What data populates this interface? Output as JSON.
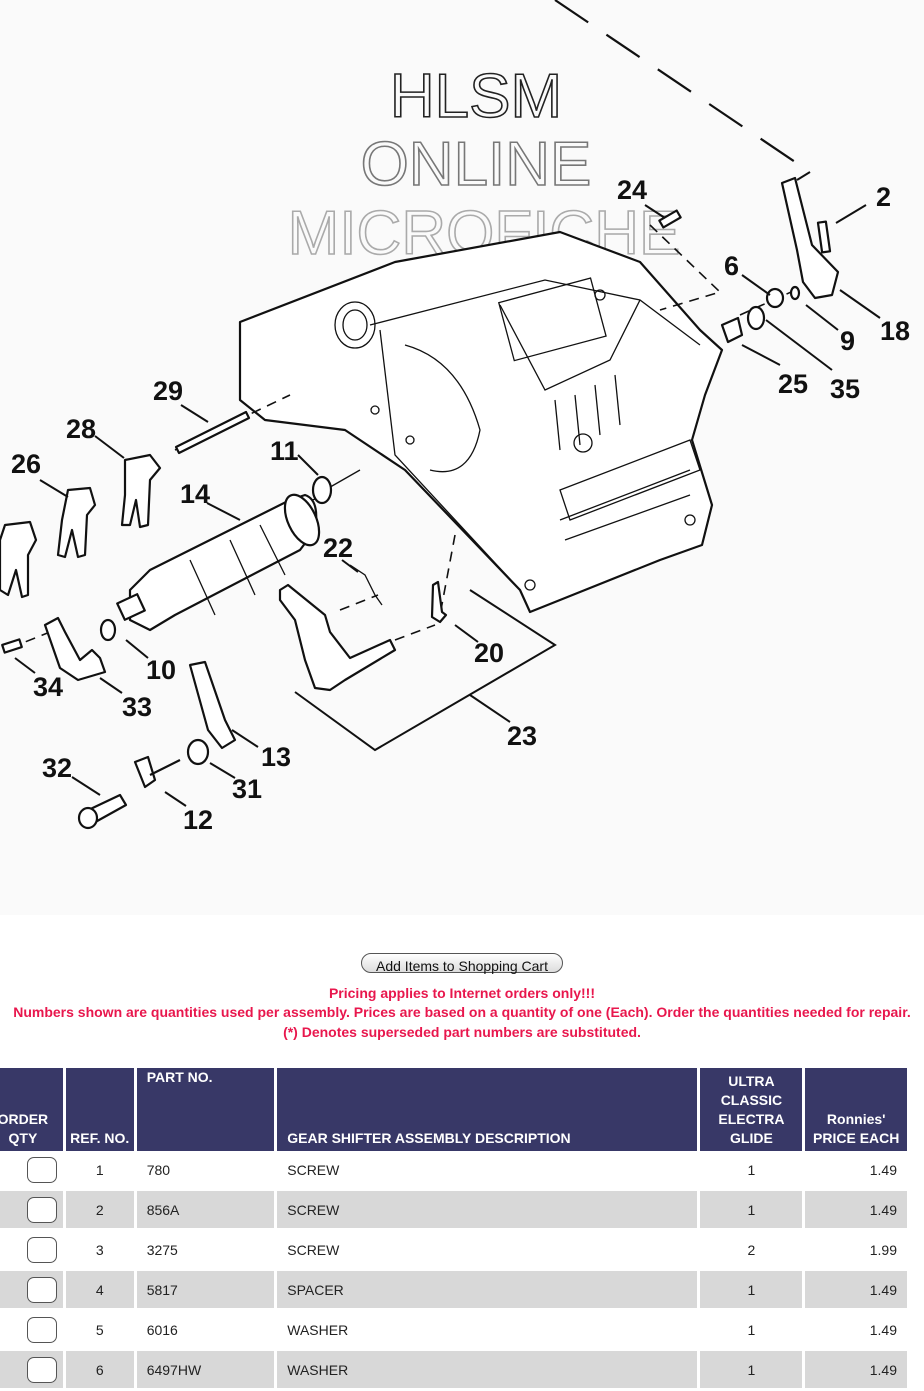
{
  "diagram": {
    "watermark": [
      "HLSM",
      "ONLINE",
      "MICROFICHE"
    ],
    "callouts": [
      "2",
      "6",
      "9",
      "10",
      "11",
      "12",
      "13",
      "14",
      "18",
      "20",
      "22",
      "23",
      "24",
      "25",
      "26",
      "28",
      "29",
      "31",
      "32",
      "33",
      "34",
      "35"
    ]
  },
  "cart": {
    "button_label": "Add Items to Shopping Cart"
  },
  "notices": {
    "pricing": "Pricing applies to Internet orders only!!!",
    "quantities": "Numbers shown are quantities used per assembly. Prices are based on a quantity of one (Each). Order the quantities needed for repair.",
    "superseded": "(*)  Denotes superseded part numbers are substituted."
  },
  "table": {
    "headers": {
      "order_qty": "ORDER QTY",
      "ref_no": "REF. NO.",
      "part_no": "PART NO.",
      "description": "GEAR SHIFTER ASSEMBLY DESCRIPTION",
      "model": "ULTRA CLASSIC ELECTRA GLIDE",
      "price": "Ronnies' PRICE EACH"
    },
    "rows": [
      {
        "ref": "1",
        "part": "780",
        "desc": "SCREW",
        "qty_used": "1",
        "price": "1.49",
        "order_qty": ""
      },
      {
        "ref": "2",
        "part": "856A",
        "desc": "SCREW",
        "qty_used": "1",
        "price": "1.49",
        "order_qty": ""
      },
      {
        "ref": "3",
        "part": "3275",
        "desc": "SCREW",
        "qty_used": "2",
        "price": "1.99",
        "order_qty": ""
      },
      {
        "ref": "4",
        "part": "5817",
        "desc": "SPACER",
        "qty_used": "1",
        "price": "1.49",
        "order_qty": ""
      },
      {
        "ref": "5",
        "part": "6016",
        "desc": "WASHER",
        "qty_used": "1",
        "price": "1.49",
        "order_qty": ""
      },
      {
        "ref": "6",
        "part": "6497HW",
        "desc": "WASHER",
        "qty_used": "1",
        "price": "1.49",
        "order_qty": ""
      }
    ]
  },
  "colors": {
    "header_bg": "#383867",
    "notice_red": "#e8174d",
    "row_alt": "#d8d8d8"
  }
}
